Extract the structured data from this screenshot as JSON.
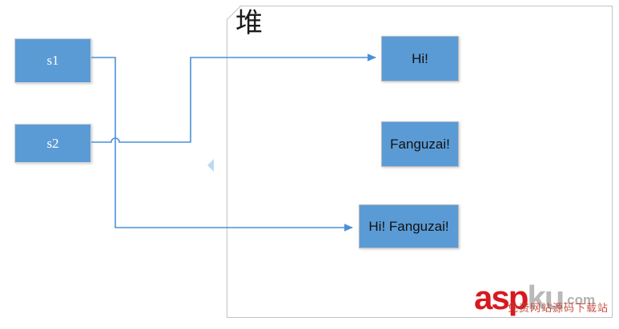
{
  "panel": {
    "title": "堆",
    "border_color": "#bfc3c8",
    "fill_color": "#ffffff"
  },
  "source_boxes": [
    {
      "id": "s1",
      "label": "s1"
    },
    {
      "id": "s2",
      "label": "s2"
    }
  ],
  "heap_boxes": [
    {
      "id": "hi",
      "label": "Hi!"
    },
    {
      "id": "fanguzai",
      "label": "Fanguzai!"
    },
    {
      "id": "hifanguzai",
      "label": "Hi! Fanguzai!"
    }
  ],
  "connectors": {
    "color": "#4A90D9",
    "arrows": [
      {
        "from": "s2",
        "to": "hi"
      },
      {
        "from": "s1",
        "to": "hifanguzai"
      }
    ]
  },
  "handles": {
    "collapse_triangle_color": "#bcd9ef"
  },
  "watermark": {
    "brand_primary": "asp",
    "brand_secondary": "ku",
    "tld": ".com",
    "subtitle": "免费网站源码下载站",
    "primary_color": "#d71920",
    "secondary_color": "#b9b9b9"
  }
}
